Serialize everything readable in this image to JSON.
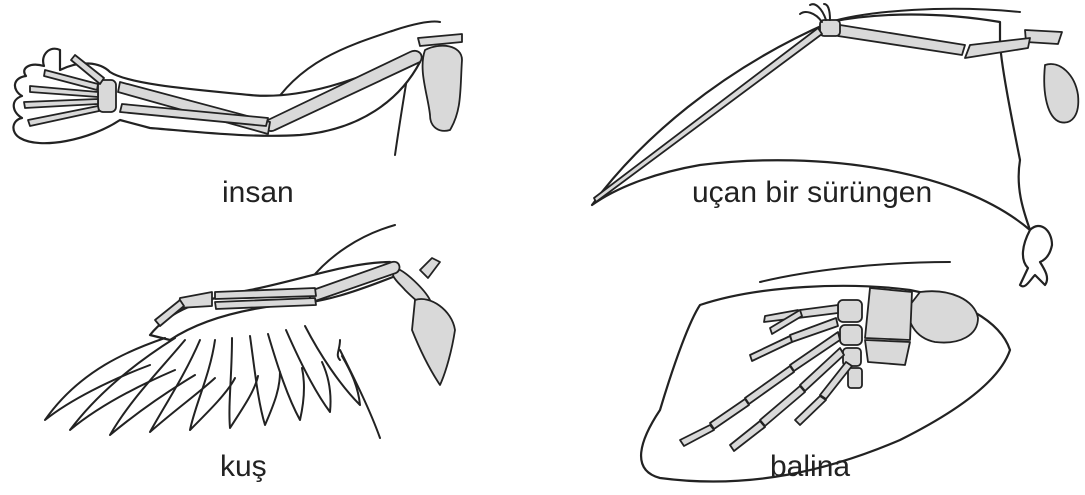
{
  "labels": {
    "human": "insan",
    "flying_reptile": "uçan bir sürüngen",
    "bird": "kuş",
    "whale": "balina"
  },
  "colors": {
    "bone_fill": "#d9d9d9",
    "outline": "#222222",
    "background": "#ffffff"
  }
}
